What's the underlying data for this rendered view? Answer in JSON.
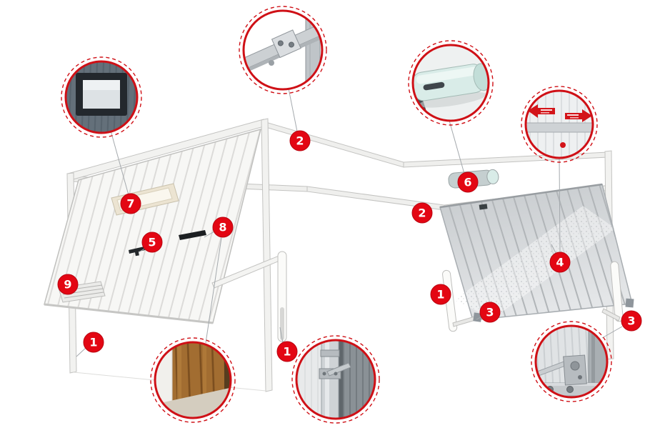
{
  "figure": {
    "type": "product-diagram",
    "subject": "up-and-over tilting garage doors with numbered part callouts",
    "background": "#ffffff",
    "accent_red": "#e30613",
    "inset_ring_red": "#cf1016"
  },
  "badges": [
    {
      "label": "2",
      "target": "ceiling-track-left"
    },
    {
      "label": "7",
      "target": "skylight-window"
    },
    {
      "label": "5",
      "target": "door-handle"
    },
    {
      "label": "8",
      "target": "lock-hinge-bar"
    },
    {
      "label": "9",
      "target": "vent-grille"
    },
    {
      "label": "1",
      "target": "frame-left-post"
    },
    {
      "label": "1",
      "target": "side-lock-mechanism"
    },
    {
      "label": "2",
      "target": "ceiling-track-right"
    },
    {
      "label": "6",
      "target": "opener-motor"
    },
    {
      "label": "4",
      "target": "door-panel-surface"
    },
    {
      "label": "1",
      "target": "lifting-strut"
    },
    {
      "label": "3",
      "target": "corner-bracket-left"
    },
    {
      "label": "3",
      "target": "corner-bracket-right"
    }
  ],
  "insets": [
    {
      "name": "window-detail"
    },
    {
      "name": "track-bracket-detail"
    },
    {
      "name": "opener-motor-detail"
    },
    {
      "name": "panel-arrows-detail"
    },
    {
      "name": "wooden-door-detail"
    },
    {
      "name": "side-lock-detail"
    },
    {
      "name": "corner-bracket-detail"
    }
  ]
}
